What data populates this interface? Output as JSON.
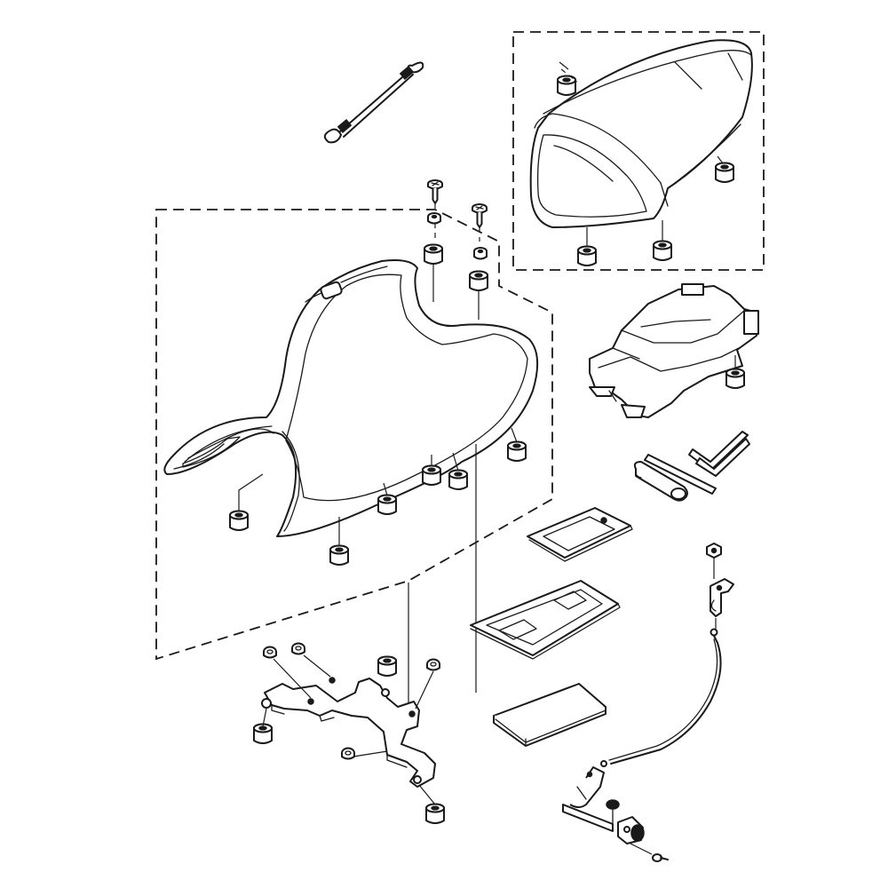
{
  "diagram": {
    "kind": "exploded parts diagram",
    "line_color": "#1a1a1a",
    "background": "#ffffff",
    "parts": [
      {
        "icon": "helmet-cable"
      },
      {
        "icon": "screw"
      },
      {
        "icon": "collar"
      },
      {
        "icon": "front-seat"
      },
      {
        "icon": "seat-damper-rubber"
      },
      {
        "icon": "rear-seat-cover"
      },
      {
        "icon": "seat-tray"
      },
      {
        "icon": "hex-wrench"
      },
      {
        "icon": "screwdriver"
      },
      {
        "icon": "document-bag"
      },
      {
        "icon": "manual-case"
      },
      {
        "icon": "owners-manual"
      },
      {
        "icon": "nut"
      },
      {
        "icon": "seat-lock-bracket"
      },
      {
        "icon": "seat-lock-cable"
      },
      {
        "icon": "seat-lock-assembly"
      },
      {
        "icon": "seat-mounting-bracket"
      },
      {
        "icon": "bolt"
      }
    ]
  }
}
